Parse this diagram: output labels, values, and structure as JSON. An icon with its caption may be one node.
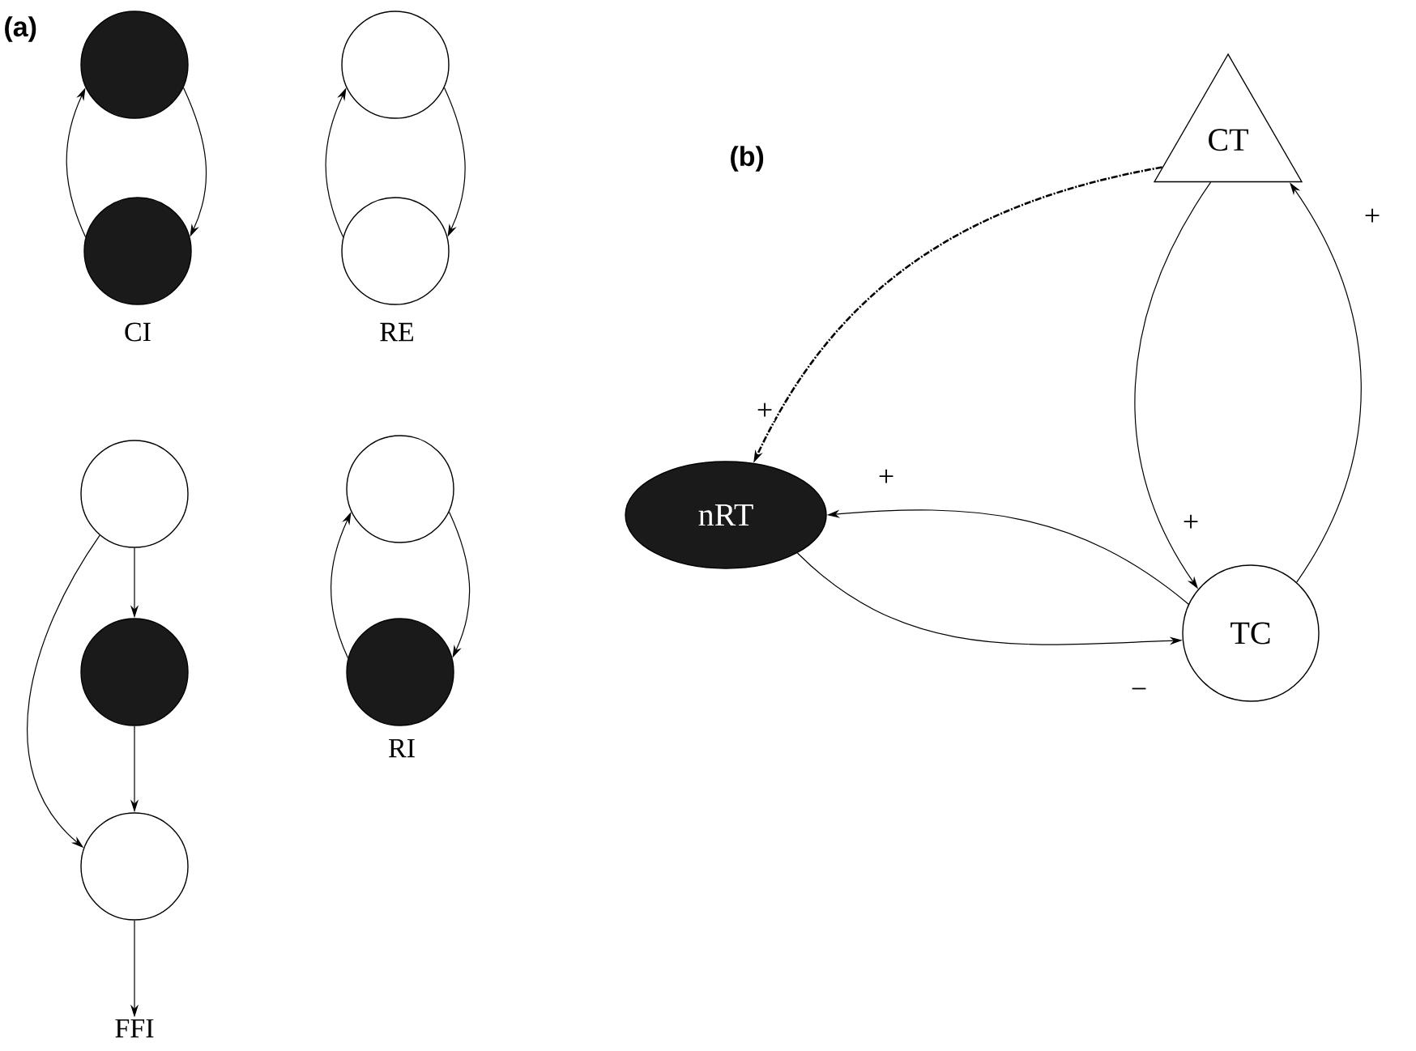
{
  "diagram": {
    "nodes": [
      {
        "text": [],
        "shape": "circle"
      },
      {
        "text": [],
        "shape": "circle"
      },
      {
        "text": [],
        "shape": "circle"
      },
      {
        "text": [],
        "shape": "circle"
      },
      {
        "text": [],
        "shape": "circle"
      },
      {
        "text": [],
        "shape": "circle"
      },
      {
        "text": [],
        "shape": "circle"
      },
      {
        "text": [],
        "shape": "circle"
      },
      {
        "text": [],
        "shape": "circle"
      },
      {
        "text": [
          "CT"
        ]
      },
      {
        "text": [
          "nRT"
        ]
      },
      {
        "text": [
          "TC"
        ]
      },
      {
        "text": [
          "FFI"
        ]
      }
    ],
    "edges": [
      {
        "from": 1,
        "to": 0,
        "arrow": "to"
      },
      {
        "from": 0,
        "to": 1,
        "arrow": "to"
      },
      {
        "from": 3,
        "to": 2,
        "arrow": "to"
      },
      {
        "from": 2,
        "to": 3,
        "arrow": "to"
      },
      {
        "from": 4,
        "to": 5,
        "arrow": "to"
      },
      {
        "from": 5,
        "to": 6,
        "arrow": "to"
      },
      {
        "from": 4,
        "to": 6,
        "arrow": "to"
      },
      {
        "from": 6,
        "to": 12,
        "arrow": "to"
      },
      {
        "from": 8,
        "to": 7,
        "arrow": "to"
      },
      {
        "from": 7,
        "to": 8,
        "arrow": "to"
      },
      {
        "from": 9,
        "to": 10,
        "arrow": "to",
        "label": "+",
        "style": "dashed"
      },
      {
        "from": 9,
        "to": 11,
        "arrow": "to",
        "label": "+"
      },
      {
        "from": 11,
        "to": 9,
        "arrow": "to",
        "label": "+"
      },
      {
        "from": 11,
        "to": 10,
        "arrow": "to",
        "label": "+"
      },
      {
        "from": 10,
        "to": 11,
        "arrow": "to",
        "label": "−"
      }
    ],
    "labels": [
      "(a)",
      "CI",
      "RE",
      "RI",
      "(b)"
    ]
  }
}
